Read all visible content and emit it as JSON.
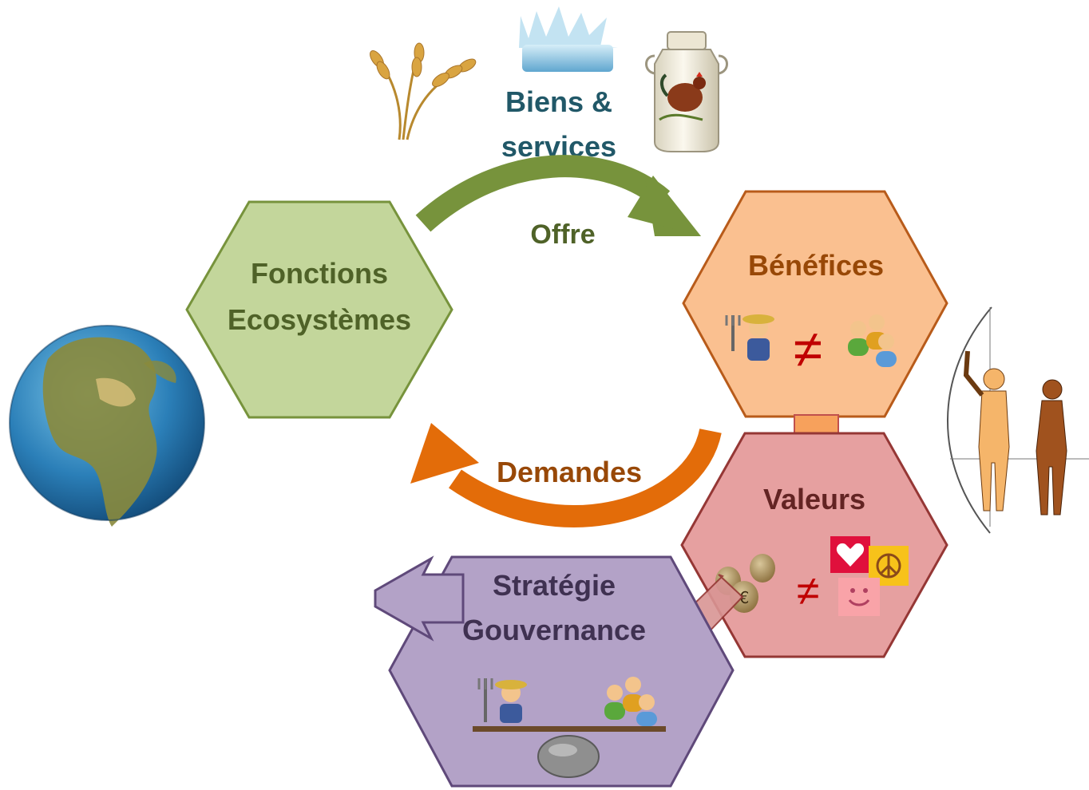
{
  "diagram": {
    "nodes": {
      "fonctions": {
        "line1": "Fonctions",
        "line2": "Ecosystèmes",
        "fill": "#c3d69b",
        "stroke": "#77933c"
      },
      "benefices": {
        "title": "Bénéfices",
        "symbol": "≠",
        "fill": "#fac090",
        "stroke": "#c0504d"
      },
      "valeurs": {
        "title": "Valeurs",
        "symbol": "≠",
        "fill": "#e6a0a0",
        "stroke": "#953735"
      },
      "strategie": {
        "line1": "Stratégie",
        "line2": "Gouvernance",
        "fill": "#b3a2c7",
        "stroke": "#5f497a"
      }
    },
    "edges": {
      "offre": {
        "label": "Offre",
        "color": "#77933c"
      },
      "demandes": {
        "label": "Demandes",
        "color": "#e36c09"
      }
    },
    "biens": {
      "line1": "Biens &",
      "line2": "services",
      "color": "#215868"
    },
    "icons": [
      "wheat-icon",
      "water-splash-icon",
      "milk-can-icon",
      "earth-globe-icon",
      "farmer-icon",
      "people-group-icon",
      "money-bags-icon",
      "heart-peace-smile-icon",
      "human-figures-icon",
      "balance-scale-icon"
    ]
  }
}
